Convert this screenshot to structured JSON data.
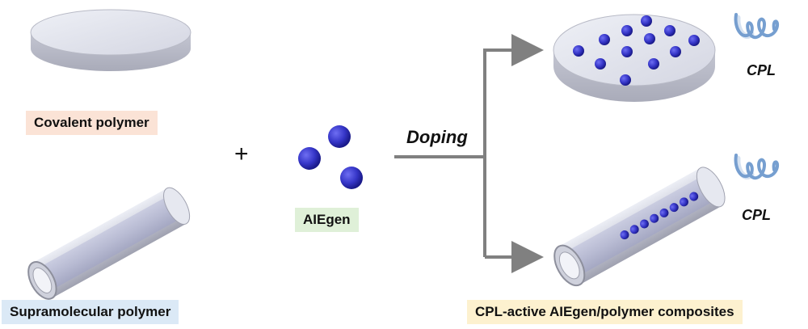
{
  "labels": {
    "covalent_polymer": "Covalent polymer",
    "supramolecular_polymer": "Supramolecular polymer",
    "aiegen": "AIEgen",
    "doping": "Doping",
    "cpl_top": "CPL",
    "cpl_bottom": "CPL",
    "composites": "CPL-active AIEgen/polymer composites",
    "plus": "+"
  },
  "colors": {
    "dot": "#3f3fd0",
    "arrow": "#808080",
    "film": "#d9dbe6",
    "wave": "#5f8fc8"
  }
}
